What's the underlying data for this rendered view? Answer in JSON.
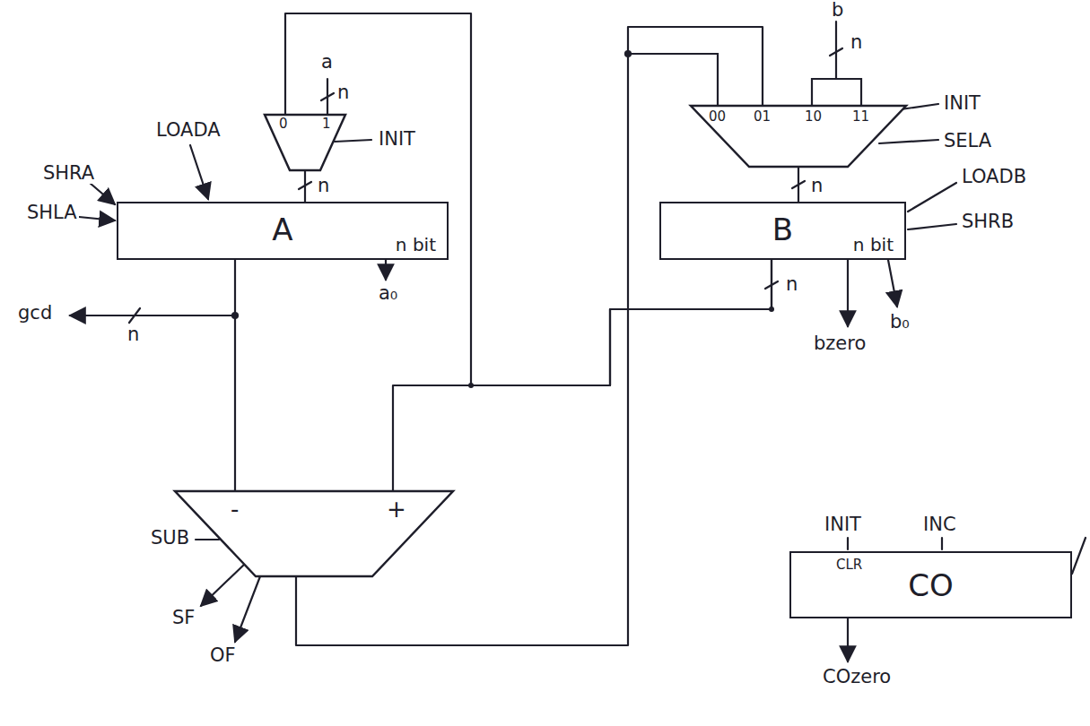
{
  "diagram": {
    "nodes": [
      {
        "text": [
          "0",
          "1"
        ]
      },
      {
        "text": [
          "A",
          "n bit"
        ]
      },
      {
        "text": [
          "-",
          "+"
        ]
      },
      {
        "text": [
          "00",
          "01",
          "10",
          "11"
        ]
      },
      {
        "text": [
          "B",
          "n bit"
        ]
      },
      {
        "text": [
          "CLR",
          "CO"
        ]
      }
    ],
    "edges": [
      {
        "from": 0,
        "to": 1,
        "arrow": "none"
      },
      {
        "from": 1,
        "to": 2,
        "arrow": "none"
      },
      {
        "from": 2,
        "to": 3,
        "arrow": "none"
      },
      {
        "from": 3,
        "to": 4,
        "arrow": "none"
      },
      {
        "from": 4,
        "to": 2,
        "arrow": "none"
      },
      {
        "from": 4,
        "to": 0,
        "arrow": "none"
      }
    ],
    "labels": [
      "a",
      "n",
      "INIT",
      "LOADA",
      "SHRA",
      "SHLA",
      "n",
      "a₀",
      "gcd",
      "n",
      "SUB",
      "SF",
      "OF",
      "b",
      "n",
      "INIT",
      "SELA",
      "n",
      "LOADB",
      "SHRB",
      "n",
      "b₀",
      "bzero",
      "INIT",
      "INC",
      "COzero"
    ]
  }
}
